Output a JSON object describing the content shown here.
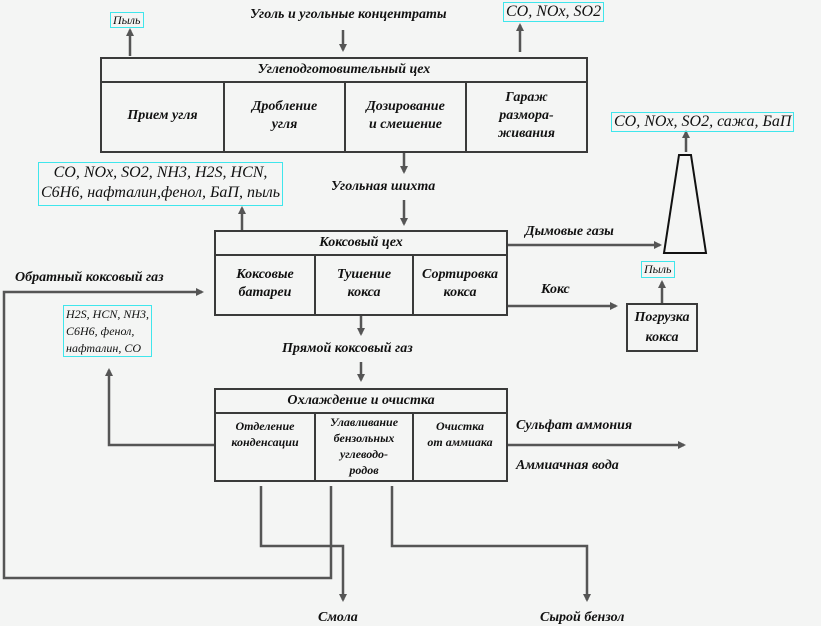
{
  "inputs": {
    "coal": "Уголь и угольные концентраты"
  },
  "units": {
    "coal_prep": {
      "title": "Углеподготовительный цех",
      "cells": [
        "Прием угля",
        "Дробление\nугля",
        "Дозирование\nи смешение",
        "Гараж\nразмора-\nживания"
      ]
    },
    "coke_shop": {
      "title": "Коксовый цех",
      "cells": [
        "Коксовые\nбатареи",
        "Тушение\nкокса",
        "Сортировка\nкокса"
      ]
    },
    "cooling": {
      "title": "Охлаждение и очистка",
      "cells": [
        "Отделение\nконденсации",
        "Улавливание\nбензольных\nуглеводо-\nродов",
        "Очистка\nот аммиака"
      ]
    },
    "coke_loading": {
      "title": "Погрузка\nкокса"
    }
  },
  "emissions": {
    "coal_prep_dust": "Пыль",
    "coal_prep_gases": "CO, NOx, SO2",
    "chimney": "CO, NOx, SO2, сажа, БаП",
    "coke_shop": "CO, NOx, SO2, NH3, H2S, HCN,\nC6H6, нафталин,фенол, БаП, пыль",
    "condensation": "H2S, HCN, NH3,\nC6H6, фенол,\nнафталин, CO",
    "loading_dust": "Пыль"
  },
  "flows": {
    "coal_charge": "Угольная шихта",
    "flue_gases": "Дымовые газы",
    "return_gas": "Обратный коксовый газ",
    "coke": "Кокс",
    "raw_gas": "Прямой коксовый газ",
    "ammonium_sulfate": "Сульфат аммония",
    "ammonia_water": "Аммиачная вода",
    "tar": "Смола",
    "crude_benzene": "Сырой бензол"
  },
  "colors": {
    "line": "#555555",
    "box_border": "#3a3a3a",
    "emission_frame": "#3fe6ec",
    "background": "#f4f5f4"
  }
}
